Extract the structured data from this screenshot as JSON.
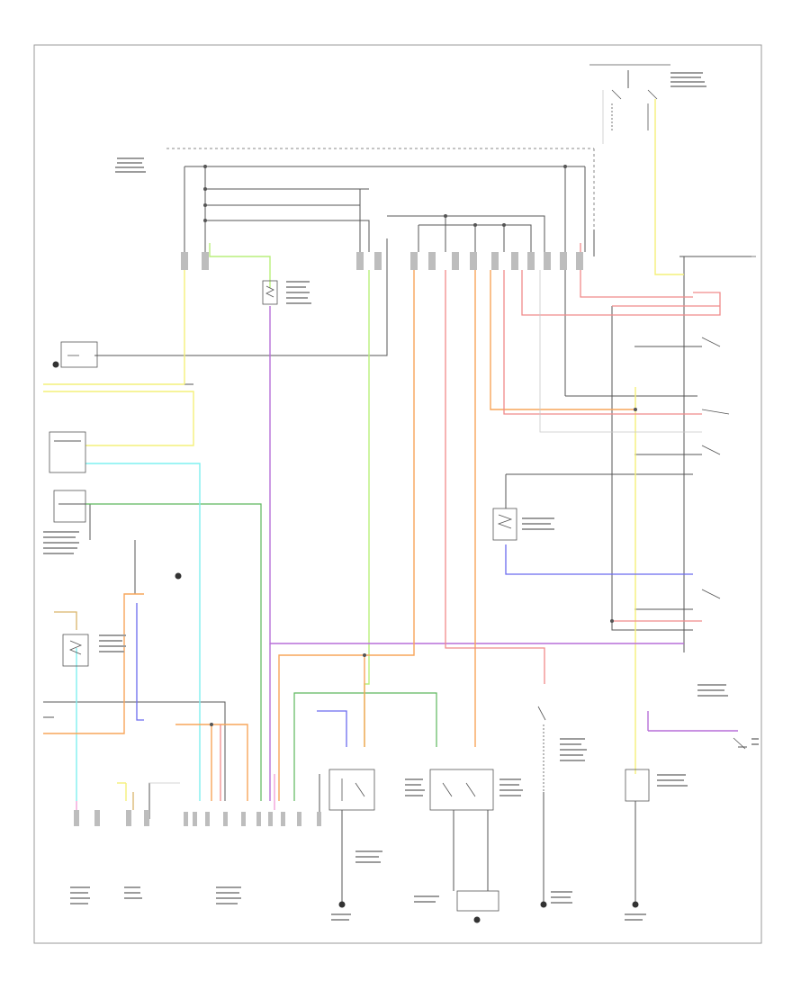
{
  "figure": {
    "code": "",
    "frame_color": "#9a9a9a",
    "background": "#ffffff"
  },
  "wire_colors": {
    "black": "#555555",
    "yellow": "#f4f07a",
    "light_green": "#b9ef7c",
    "green": "#5cb85c",
    "cyan": "#7ff0f0",
    "purple": "#b76fd8",
    "blue": "#6b6bef",
    "orange": "#f7a55a",
    "red": "#f08a8a",
    "tan": "#d9b46a",
    "pink": "#f29bd6",
    "gray": "#b0b0b0"
  },
  "components": [
    {
      "id": "ac-pressure-switch",
      "symbol": "switch"
    },
    {
      "id": "connector-top-left",
      "symbol": "connector"
    },
    {
      "id": "magnetic-clutch",
      "symbol": "connector"
    },
    {
      "id": "ambient-temp-sensor",
      "symbol": "resistor"
    },
    {
      "id": "evaporator-temp-sensor",
      "symbol": "resistor"
    },
    {
      "id": "relay-center",
      "symbol": "relay"
    },
    {
      "id": "ac-cut-relay",
      "symbol": "relay"
    },
    {
      "id": "condenser-fan-motor-relay",
      "symbol": "relay"
    },
    {
      "id": "radiator-fan-motor-relay",
      "symbol": "relay"
    },
    {
      "id": "compressor-clutch-relay",
      "symbol": "relay"
    },
    {
      "id": "ac-amplifier",
      "symbol": "block"
    },
    {
      "id": "ecm",
      "symbol": "block"
    },
    {
      "id": "heater-control-panel",
      "symbol": "block"
    }
  ],
  "grounds": [
    {
      "id": "ground-1",
      "symbol": "ground"
    },
    {
      "id": "ground-2",
      "symbol": "ground"
    },
    {
      "id": "ground-3",
      "symbol": "ground"
    },
    {
      "id": "ground-4",
      "symbol": "ground"
    },
    {
      "id": "ground-5",
      "symbol": "ground"
    }
  ]
}
